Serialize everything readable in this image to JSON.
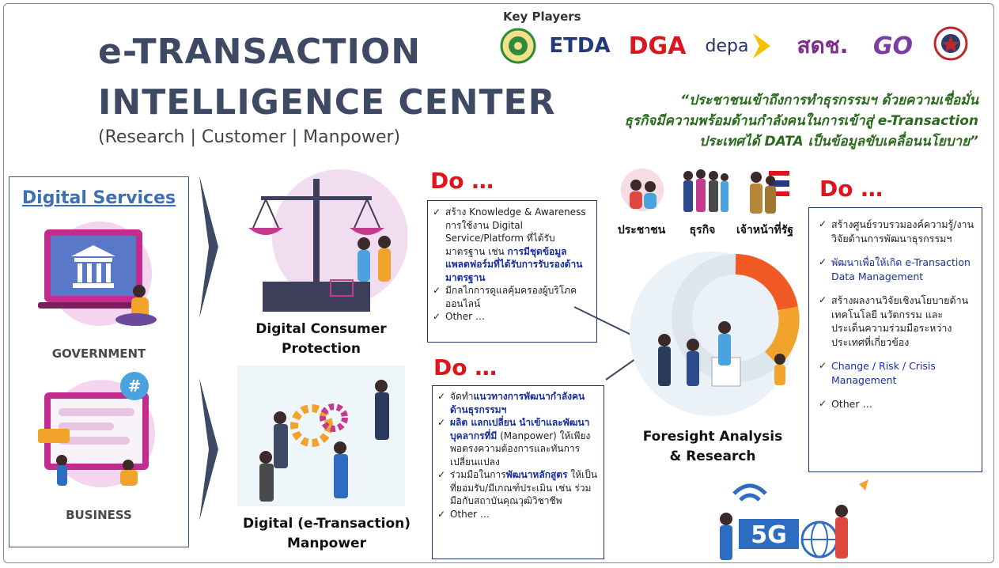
{
  "header": {
    "title_line1": "e-TRANSACTION",
    "title_line2": "INTELLIGENCE CENTER",
    "subtitle": "(Research | Customer | Manpower)"
  },
  "key_players": {
    "title": "Key Players",
    "logos": [
      "ETDA",
      "DGA",
      "depa",
      "สดช.",
      "GO"
    ]
  },
  "quote": {
    "line1": "“ประชาชนเข้าถึงการทำธุรกรรมฯ ด้วยความเชื่อมั่น",
    "line2": "ธุรกิจมีความพร้อมด้านกำลังคนในการเข้าสู่ e-Transaction",
    "line3": "ประเทศได้ DATA เป็นข้อมูลขับเคลื่อนนโยบาย”"
  },
  "digital_services": {
    "title": "Digital Services",
    "government_label": "GOVERNMENT",
    "business_label": "BUSINESS"
  },
  "consumer_protection": {
    "label_line1": "Digital Consumer",
    "label_line2": "Protection",
    "do": "Do …",
    "items": {
      "i1a": "สร้าง Knowledge & Awareness การใช้งาน Digital Service/Platform ที่ได้รับมาตรฐาน เช่น ",
      "i1b": "การมีชุดข้อมูลแพลตฟอร์มที่ได้รับการรับรองด้านมาตรฐาน",
      "i2": "มีกลไกการดูแลคุ้มครองผู้บริโภคออนไลน์",
      "i3": "Other …"
    }
  },
  "manpower": {
    "label_line1": "Digital (e-Transaction)",
    "label_line2": "Manpower",
    "do": "Do …",
    "items": {
      "i1a": "จัดทำ",
      "i1b": "แนวทางการพัฒนากำลังคนด้านธุรกรรมฯ",
      "i2a": "ผลิต แลกเปลี่ยน นำเข้าและพัฒนาบุคลากรที่มี",
      "i2b": " (Manpower) ให้เพียงพอตรงความต้องการและทันการเปลี่ยนแปลง",
      "i3a": "ร่วมมือในการ",
      "i3b": "พัฒนาหลักสูตร",
      "i3c": " ให้เป็นที่ยอมรับ/มีเกณฑ์ประเมิน เช่น ร่วมมือกับสถาบันคุณวุฒิวิชาชีพ",
      "i4": "Other …"
    }
  },
  "foresight": {
    "label_line1": "Foresight Analysis",
    "label_line2": "& Research",
    "stakeholders": [
      "ประชาชน",
      "ธุรกิจ",
      "เจ้าหน้าที่รัฐ"
    ],
    "do": "Do …",
    "items": [
      "สร้างศูนย์รวบรวมองค์ความรู้/งานวิจัยด้านการพัฒนาธุรกรรมฯ",
      "พัฒนาเพื่อให้เกิด e-Transaction Data Management",
      "สร้างผลงานวิจัยเชิงนโยบายด้านเทคโนโลยี นวัตกรรม และประเด็นความร่วมมือระหว่างประเทศที่เกี่ยวข้อง",
      "Change / Risk / Crisis Management",
      "Other …"
    ],
    "badge_5g": "5G"
  },
  "colors": {
    "title": "#3e4a63",
    "do_red": "#e0141d",
    "quote_green": "#2a6a1d",
    "accent_blue": "#3e6fb5",
    "highlight_blue": "#1a2f9e"
  }
}
